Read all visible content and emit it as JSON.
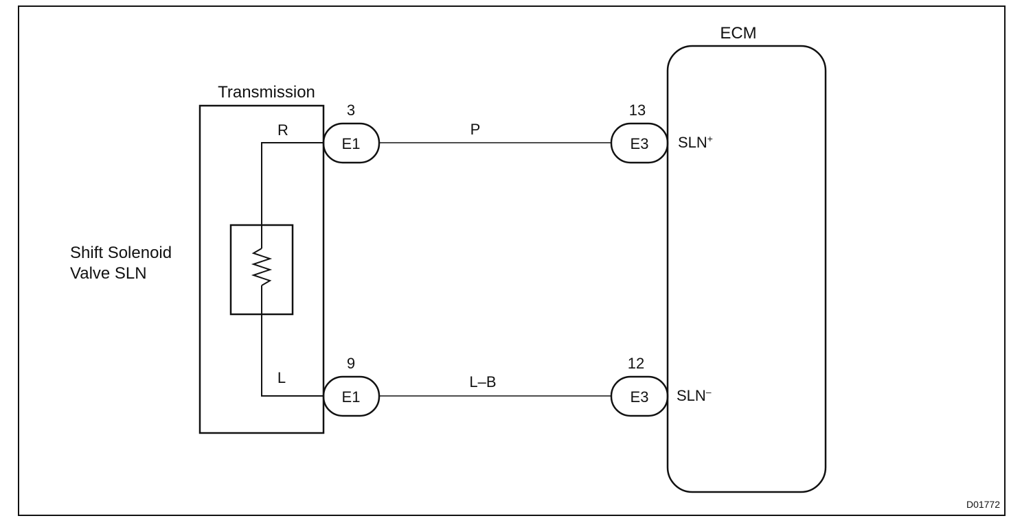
{
  "ecm": {
    "title": "ECM"
  },
  "transmission": {
    "title": "Transmission"
  },
  "component": {
    "line1": "Shift Solenoid",
    "line2": "Valve SLN"
  },
  "upper_circuit": {
    "internal_wire": "R",
    "e1_pin": "3",
    "e1_connector": "E1",
    "wire_color": "P",
    "e3_pin": "13",
    "e3_connector": "E3",
    "ecm_terminal": "SLN",
    "ecm_terminal_sign": "+"
  },
  "lower_circuit": {
    "internal_wire": "L",
    "e1_pin": "9",
    "e1_connector": "E1",
    "wire_color": "L–B",
    "e3_pin": "12",
    "e3_connector": "E3",
    "ecm_terminal": "SLN",
    "ecm_terminal_sign": "–"
  },
  "figure_id": "D01772"
}
